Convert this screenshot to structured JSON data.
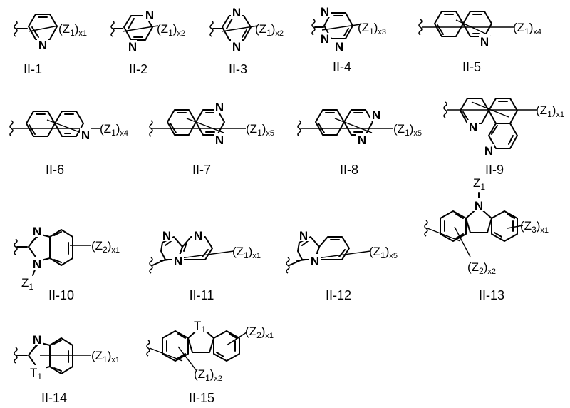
{
  "structures": [
    {
      "label": "II-1",
      "substituent": {
        "group": "Z",
        "index": "1",
        "count": "x1"
      },
      "atoms": [
        "N"
      ]
    },
    {
      "label": "II-2",
      "substituent": {
        "group": "Z",
        "index": "1",
        "count": "x2"
      },
      "atoms": [
        "N",
        "N"
      ]
    },
    {
      "label": "II-3",
      "substituent": {
        "group": "Z",
        "index": "1",
        "count": "x2"
      },
      "atoms": [
        "N",
        "N"
      ]
    },
    {
      "label": "II-4",
      "substituent": {
        "group": "Z",
        "index": "1",
        "count": "x3"
      },
      "atoms": [
        "N",
        "N",
        "N"
      ]
    },
    {
      "label": "II-5",
      "substituent": {
        "group": "Z",
        "index": "1",
        "count": "x4"
      },
      "atoms": [
        "N"
      ]
    },
    {
      "label": "II-6",
      "substituent": {
        "group": "Z",
        "index": "1",
        "count": "x4"
      },
      "atoms": [
        "N"
      ]
    },
    {
      "label": "II-7",
      "substituent": {
        "group": "Z",
        "index": "1",
        "count": "x5"
      },
      "atoms": [
        "N",
        "N"
      ]
    },
    {
      "label": "II-8",
      "substituent": {
        "group": "Z",
        "index": "1",
        "count": "x5"
      },
      "atoms": [
        "N",
        "N"
      ]
    },
    {
      "label": "II-9",
      "substituent": {
        "group": "Z",
        "index": "1",
        "count": "x1"
      },
      "atoms": [
        "N",
        "N"
      ]
    },
    {
      "label": "II-10",
      "substituent": {
        "group": "Z",
        "index": "2",
        "count": "x1"
      },
      "atoms": [
        "N",
        "N"
      ],
      "n_substituent": {
        "group": "Z",
        "index": "1"
      }
    },
    {
      "label": "II-11",
      "substituent": {
        "group": "Z",
        "index": "1",
        "count": "x1"
      },
      "atoms": [
        "N",
        "N",
        "N"
      ]
    },
    {
      "label": "II-12",
      "substituent": {
        "group": "Z",
        "index": "1",
        "count": "x5"
      },
      "atoms": [
        "N",
        "N"
      ]
    },
    {
      "label": "II-13",
      "substituents": [
        {
          "group": "Z",
          "index": "3",
          "count": "x1"
        },
        {
          "group": "Z",
          "index": "2",
          "count": "x2"
        }
      ],
      "atoms": [
        "N"
      ],
      "n_substituent": {
        "group": "Z",
        "index": "1"
      }
    },
    {
      "label": "II-14",
      "substituent": {
        "group": "Z",
        "index": "1",
        "count": "x1"
      },
      "atoms": [
        "N"
      ],
      "ring_atom": {
        "group": "T",
        "index": "1"
      }
    },
    {
      "label": "II-15",
      "substituents": [
        {
          "group": "Z",
          "index": "2",
          "count": "x1"
        },
        {
          "group": "Z",
          "index": "1",
          "count": "x2"
        }
      ],
      "ring_atom": {
        "group": "T",
        "index": "1"
      }
    }
  ]
}
